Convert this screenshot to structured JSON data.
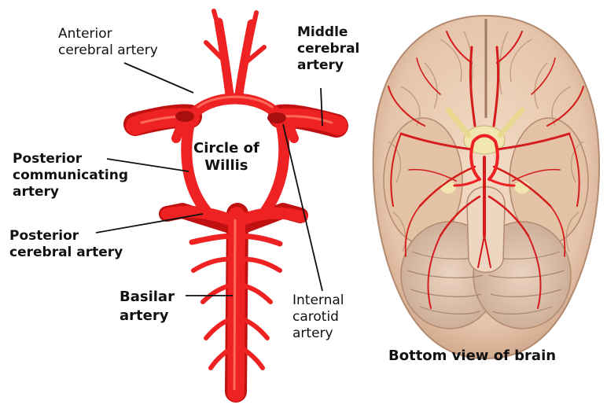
{
  "labels": {
    "anterior": [
      "Anterior",
      "cerebral artery"
    ],
    "middle": [
      "Middle",
      "cerebral",
      "artery"
    ],
    "circle": [
      "Circle of",
      "Willis"
    ],
    "posterior_comm": [
      "Posterior",
      "communicating",
      "artery"
    ],
    "posterior_cereb": [
      "Posterior",
      "cerebral artery"
    ],
    "basilar": [
      "Basilar",
      "artery"
    ],
    "internal": [
      "Internal",
      "carotid",
      "artery"
    ],
    "brain_caption": "Bottom view of brain"
  },
  "colors": {
    "artery": "#ee2222",
    "artery_dark": "#c01010",
    "artery_highlight": "#ff7a6a",
    "brain": "#e9cdb4",
    "brain_shadow": "#c9a388",
    "vessel": "#d41c1c",
    "leader": "#111111"
  }
}
